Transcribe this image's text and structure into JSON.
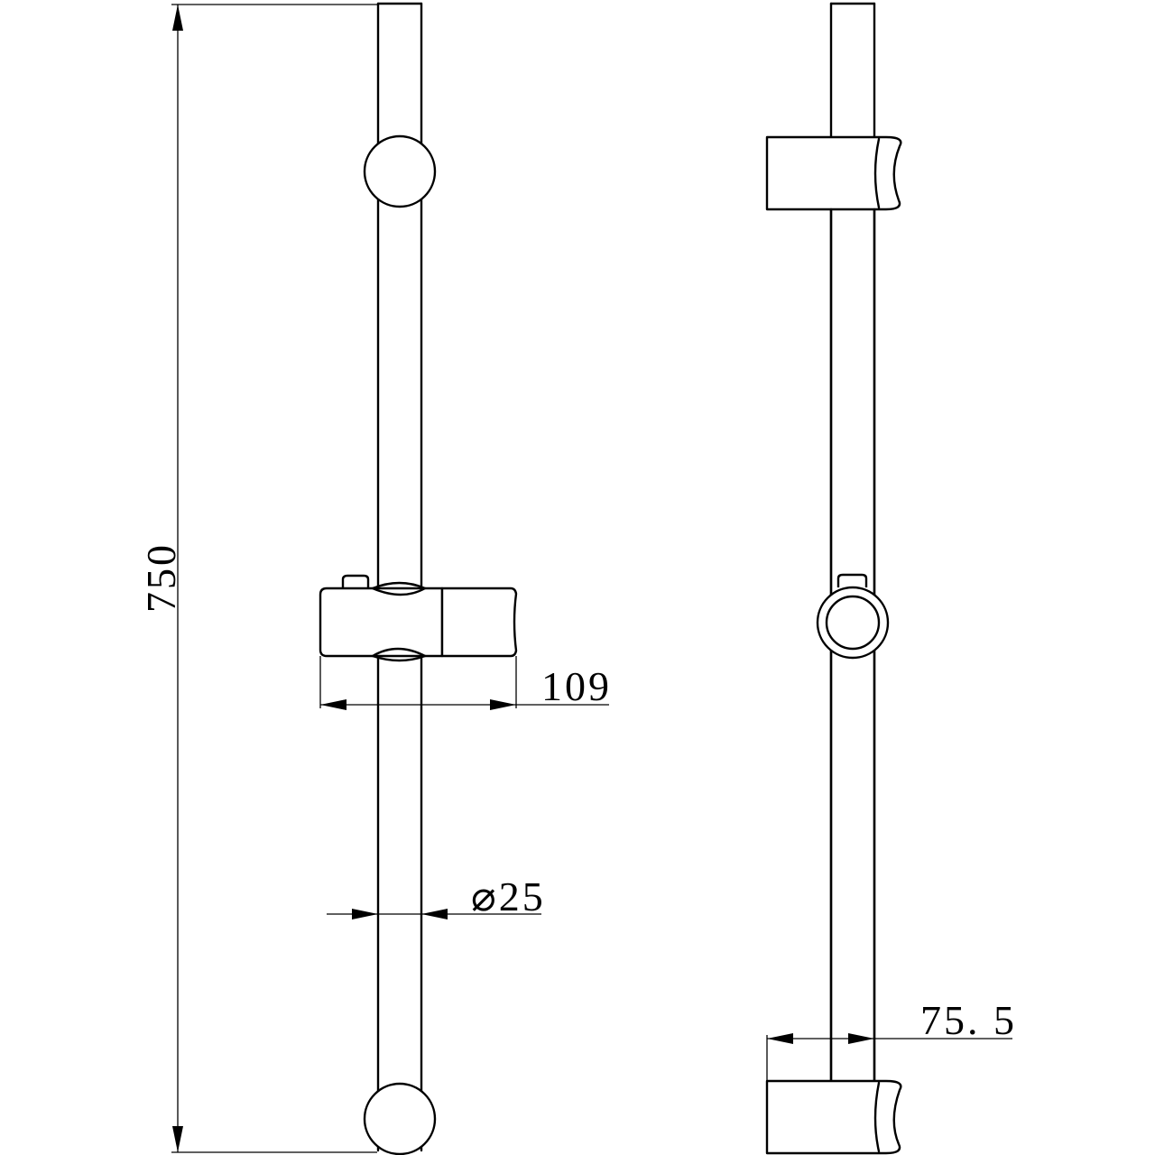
{
  "dimensions": {
    "overall_length": "750",
    "slider_width": "109",
    "rail_diameter": "⌀25",
    "bracket_depth": "75. 5"
  },
  "colors": {
    "line": "#000000",
    "background": "#ffffff"
  }
}
